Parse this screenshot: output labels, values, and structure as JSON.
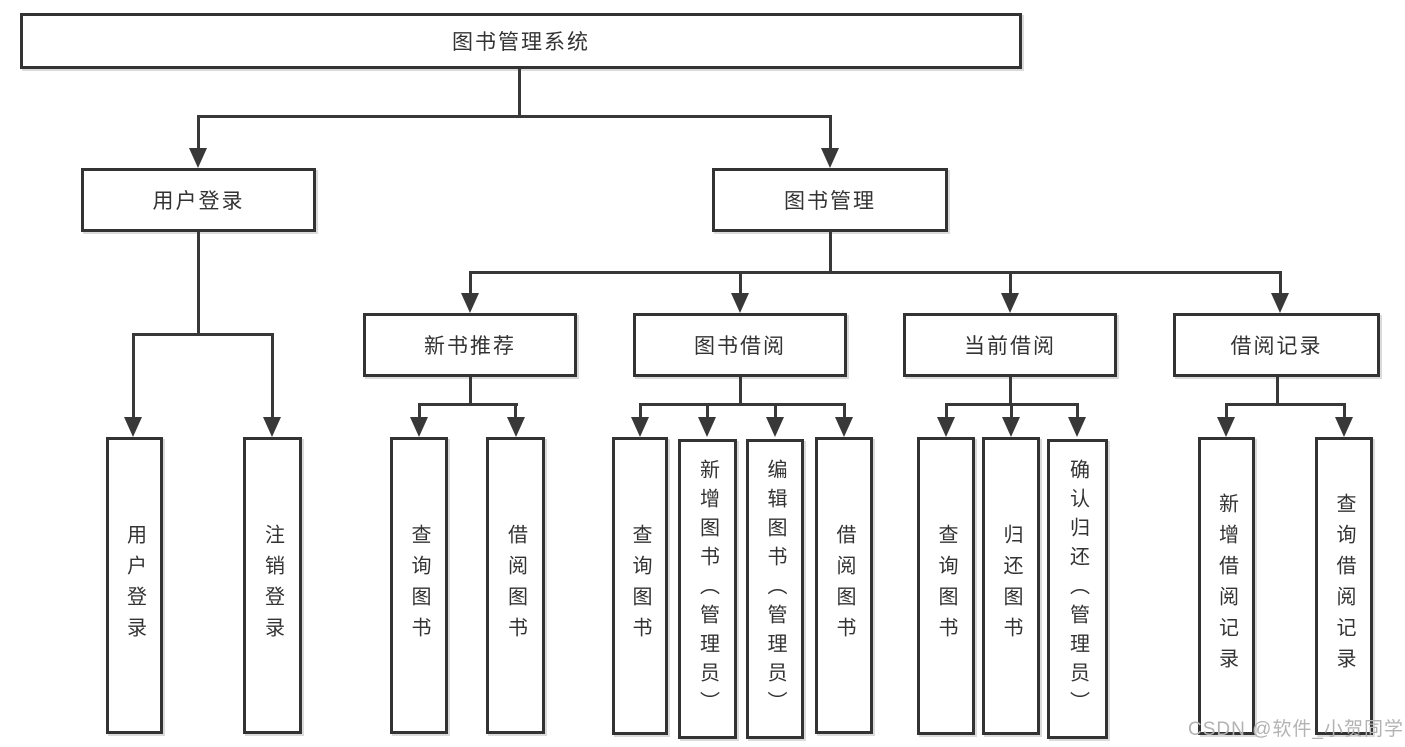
{
  "diagram_title": "图书管理系统",
  "colors": {
    "line": "#383838",
    "box_border": "#333333",
    "text": "#333333",
    "background": "#ffffff",
    "watermark": "#b3b3b3"
  },
  "tree": {
    "label": "图书管理系统",
    "children": [
      {
        "label": "用户登录",
        "children": [
          {
            "label": "用户登录"
          },
          {
            "label": "注销登录"
          }
        ]
      },
      {
        "label": "图书管理",
        "children": [
          {
            "label": "新书推荐",
            "children": [
              {
                "label": "查询图书"
              },
              {
                "label": "借阅图书"
              }
            ]
          },
          {
            "label": "图书借阅",
            "children": [
              {
                "label": "查询图书"
              },
              {
                "label": "新增图书（管理员）"
              },
              {
                "label": "编辑图书（管理员）"
              },
              {
                "label": "借阅图书"
              }
            ]
          },
          {
            "label": "当前借阅",
            "children": [
              {
                "label": "查询图书"
              },
              {
                "label": "归还图书"
              },
              {
                "label": "确认归还（管理员）"
              }
            ]
          },
          {
            "label": "借阅记录",
            "children": [
              {
                "label": "新增借阅记录"
              },
              {
                "label": "查询借阅记录"
              }
            ]
          }
        ]
      }
    ]
  },
  "watermark": {
    "text": "CSDN @软件_小贺同学"
  }
}
